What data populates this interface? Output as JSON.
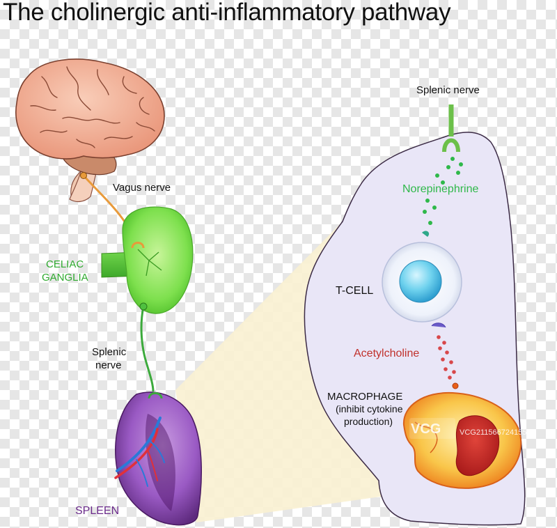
{
  "title": "The cholinergic anti-inflammatory pathway",
  "labels": {
    "vagus_nerve": "Vagus nerve",
    "celiac_line1": "CELIAC",
    "celiac_line2": "GANGLIA",
    "splenic_nerve_left_line1": "Splenic",
    "splenic_nerve_left_line2": "nerve",
    "spleen": "SPLEEN",
    "splenic_nerve_right": "Splenic nerve",
    "norepinephrine": "Norepinephrine",
    "t_cell": "T-CELL",
    "acetylcholine": "Acetylcholine",
    "macrophage_line1": "MACROPHAGE",
    "macrophage_line2": "(inhibit cytokine",
    "macrophage_line3": "production)"
  },
  "watermark": {
    "logo": "VCG",
    "id": "VCG211566724155"
  },
  "colors": {
    "brain": "#f2b49a",
    "ganglia": "#7ee04e",
    "spleen": "#7a3a9a",
    "norepinephrine": "#2fb84a",
    "acetylcholine": "#c0302b",
    "tcell": "#59c9e8",
    "macrophage": "#f08a1c",
    "nerve_vagus": "#e89a3a",
    "nerve_splenic": "#3caa3c"
  }
}
